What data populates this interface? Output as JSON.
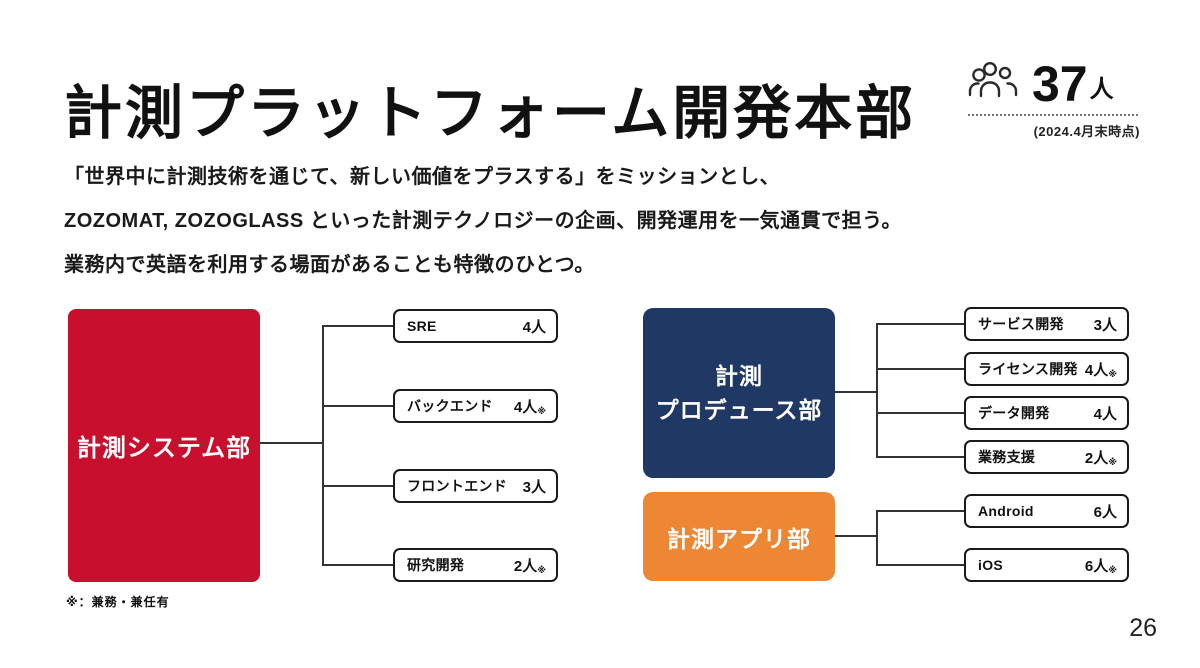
{
  "header": {
    "title": "計測プラットフォーム開発本部",
    "headcount": {
      "icon": "people-icon",
      "value": "37",
      "unit": "人",
      "as_of": "(2024.4月末時点)"
    }
  },
  "mission_lines": [
    "「世界中に計測技術を通じて、新しい価値をプラスする」をミッションとし、",
    "ZOZOMAT, ZOZOGLASS といった計測テクノロジーの企画、開発運用を一気通貫で担う。",
    "業務内で英語を利用する場面があることも特徴のひとつ。"
  ],
  "colors": {
    "system_red": "#C8102E",
    "produce_navy": "#1F3864",
    "app_orange": "#ED8733"
  },
  "org": {
    "system": {
      "name": "計測システム部",
      "teams": [
        {
          "label": "SRE",
          "count": "4人",
          "note": ""
        },
        {
          "label": "バックエンド",
          "count": "4人",
          "note": "※"
        },
        {
          "label": "フロントエンド",
          "count": "3人",
          "note": ""
        },
        {
          "label": "研究開発",
          "count": "2人",
          "note": "※"
        }
      ]
    },
    "produce": {
      "name_line1": "計測",
      "name_line2": "プロデュース部",
      "teams": [
        {
          "label": "サービス開発",
          "count": "3人",
          "note": ""
        },
        {
          "label": "ライセンス開発",
          "count": "4人",
          "note": "※"
        },
        {
          "label": "データ開発",
          "count": "4人",
          "note": ""
        },
        {
          "label": "業務支援",
          "count": "2人",
          "note": "※"
        }
      ]
    },
    "app": {
      "name": "計測アプリ部",
      "teams": [
        {
          "label": "Android",
          "count": "6人",
          "note": ""
        },
        {
          "label": "iOS",
          "count": "6人",
          "note": "※"
        }
      ]
    }
  },
  "footnote": "※：兼務・兼任有",
  "page_number": "26"
}
